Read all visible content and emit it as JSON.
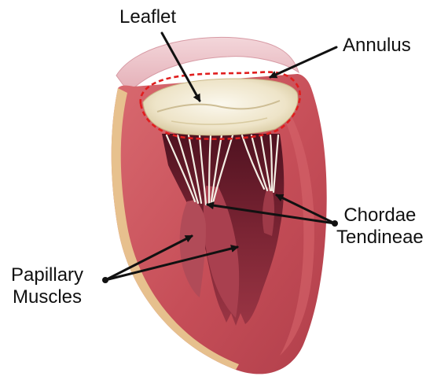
{
  "labels": {
    "leaflet": "Leaflet",
    "annulus": "Annulus",
    "chordae_line1": "Chordae",
    "chordae_line2": "Tendineae",
    "papillary_line1": "Papillary",
    "papillary_line2": "Muscles"
  },
  "colors": {
    "annulus_outline": "#e01e1e",
    "myocardium": "#c8525a",
    "myocardium_dark": "#8e2a36",
    "cavity": "#6e1f2c",
    "leaflet": "#f1ead2",
    "chordae": "#f4eee4",
    "epicardium_fat": "#e8c690",
    "arrow": "#111111"
  }
}
